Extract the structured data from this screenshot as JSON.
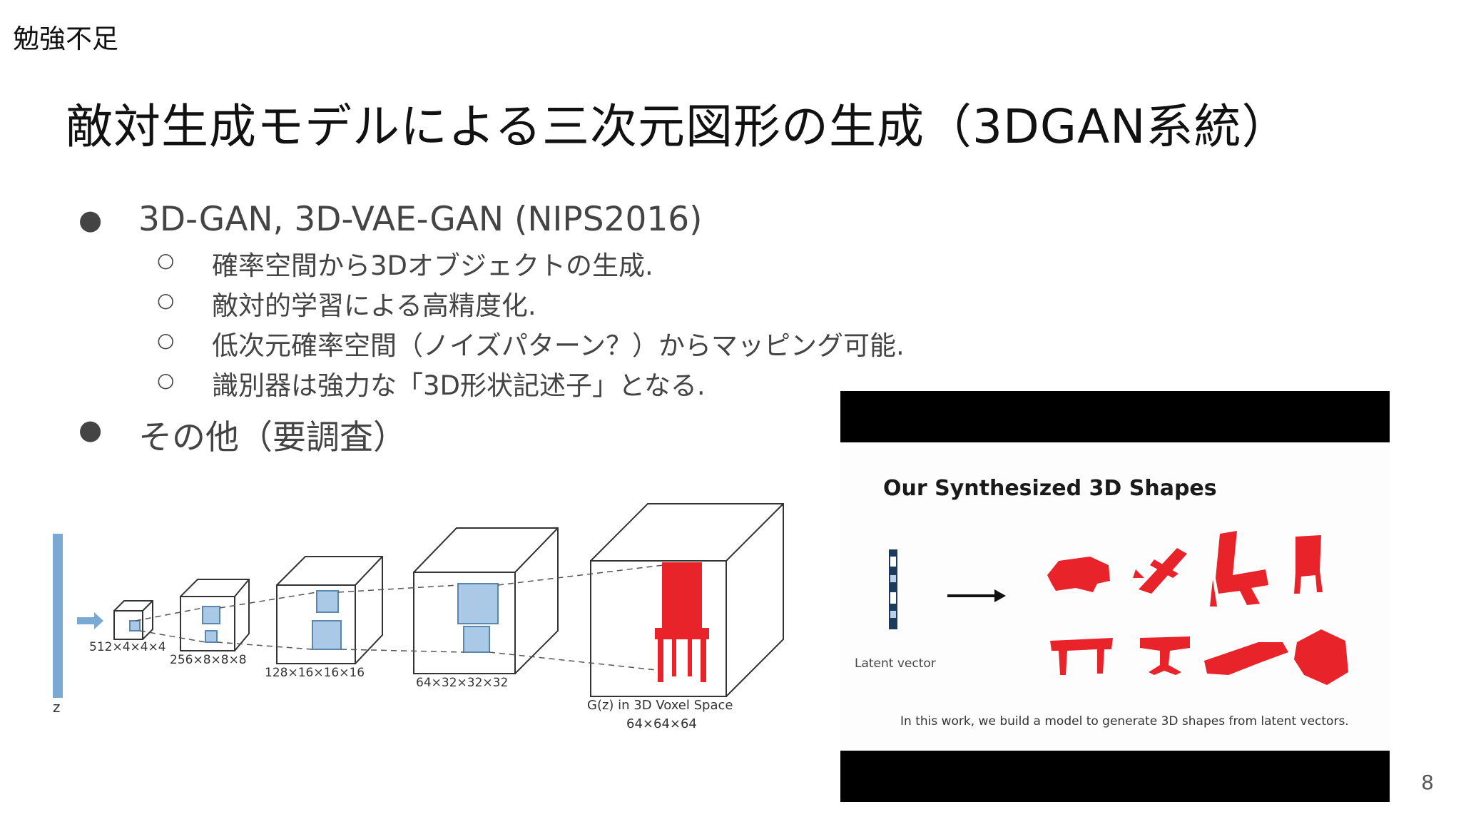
{
  "header": {
    "corner_label": "勉強不足"
  },
  "slide": {
    "title": "敵対生成モデルによる三次元図形の生成（3DGAN系統）",
    "page_number": "8"
  },
  "bullets": {
    "main1": "3D-GAN, 3D-VAE-GAN (NIPS2016)",
    "sub": [
      "確率空間から3Dオブジェクトの生成.",
      "敵対的学習による高精度化.",
      "低次元確率空間（ノイズパターン？）からマッピング可能.",
      "識別器は強力な「3D形状記述子」となる."
    ],
    "main2": "その他（要調査）"
  },
  "architecture": {
    "z_label": "z",
    "layers": [
      "512×4×4×4",
      "256×8×8×8",
      "128×16×16×16",
      "64×32×32×32"
    ],
    "output_label": "G(z) in 3D Voxel Space",
    "output_dims": "64×64×64"
  },
  "figure": {
    "title": "Our Synthesized 3D Shapes",
    "latent_label": "Latent vector",
    "caption": "In this work, we build a model to generate 3D shapes from latent vectors."
  },
  "colors": {
    "voxel_blue": "#a9c9e6",
    "latent_bar": "#7aa9d4",
    "shape_red": "#e8232a"
  },
  "icons": {
    "bullet_main": "●",
    "bullet_sub": "○"
  }
}
